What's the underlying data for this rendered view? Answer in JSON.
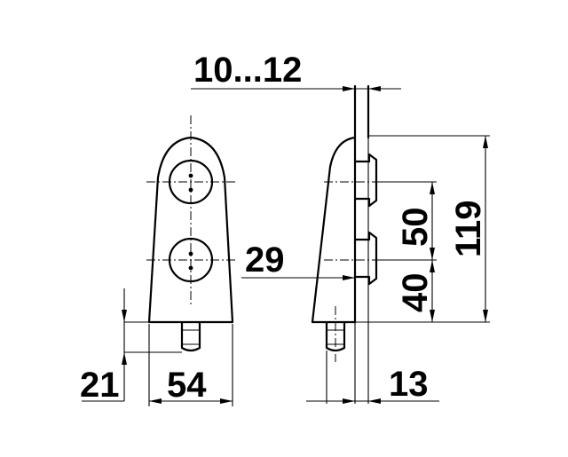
{
  "dimensions": {
    "gap": "10...12",
    "offset": "29",
    "base_height": "21",
    "width": "54",
    "thickness": "13",
    "spacing_upper": "50",
    "spacing_lower": "40",
    "overall_height": "119"
  }
}
